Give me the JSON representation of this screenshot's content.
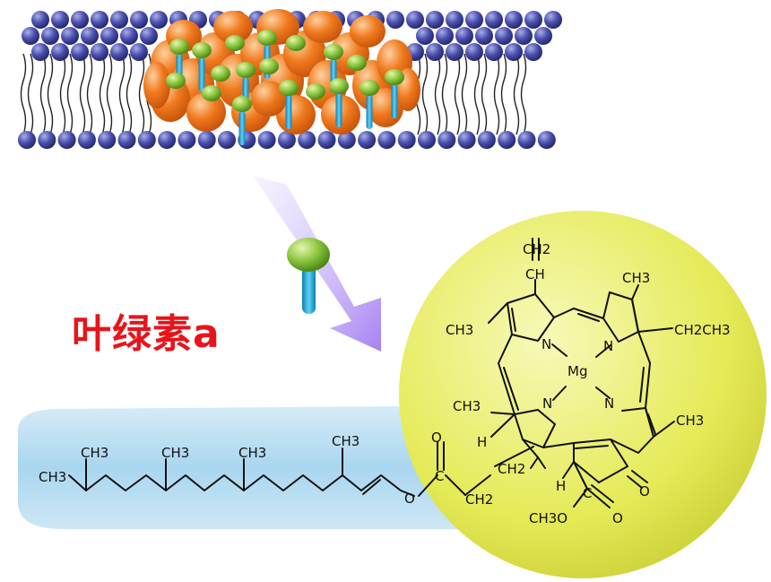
{
  "title": "叶绿素a",
  "colors": {
    "title": "#e8141b",
    "head_bead": "#4a4fae",
    "protein": "#f07a1e",
    "pigment_head": "#8cc63f",
    "pigment_tail": "#1ea8d8",
    "tail_band": "#a9d6ef",
    "porphyrin_disc": "#e7ec5a",
    "arrow": "#a682f2"
  },
  "icons": [
    "chlorophyll-molecule-icon",
    "membrane-protein-icon"
  ],
  "molecule": {
    "labels": {
      "ch2_top": "CH2",
      "ch_vinyl": "CH",
      "ch3_top_right": "CH3",
      "ch3_left": "CH3",
      "ethyl": "CH2CH3",
      "ch3_lower_left": "CH3",
      "ch3_lower_right": "CH3",
      "n1": "N",
      "n2": "N",
      "n3": "N",
      "n4": "N",
      "mg": "Mg",
      "h_left": "H",
      "h_center": "H",
      "ch2_chain1": "CH2",
      "ch2_chain2": "CH2",
      "o_keto": "O",
      "o_ester_top": "O",
      "o_link": "O",
      "c_ester": "C",
      "c_lower": "C",
      "o_lower": "O",
      "methoxy": "CH3O",
      "phytyl_ch3_1": "CH3",
      "phytyl_ch3_2": "CH3",
      "phytyl_ch3_3": "CH3",
      "phytyl_ch3_4": "CH3",
      "phytyl_end": "CH3"
    }
  }
}
